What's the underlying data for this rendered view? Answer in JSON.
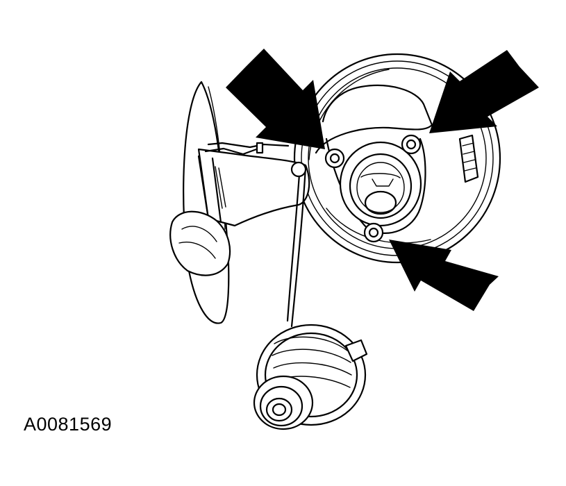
{
  "figure": {
    "id_label": "A0081569"
  },
  "colors": {
    "line": "#000000",
    "background": "#ffffff"
  },
  "callouts": [
    {
      "name": "arrow-to-upper-left-bolt"
    },
    {
      "name": "arrow-to-upper-right-bolt"
    },
    {
      "name": "arrow-to-lower-bolt"
    }
  ]
}
